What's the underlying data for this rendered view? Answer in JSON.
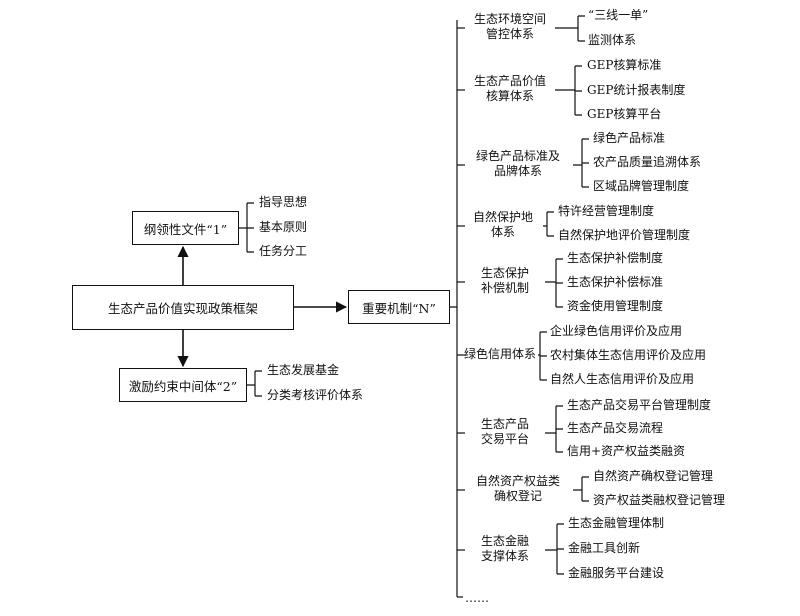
{
  "root": "生态产品价值实现政策框架",
  "branch_top": {
    "label": "纲领性文件“1”",
    "children": [
      "指导思想",
      "基本原则",
      "任务分工"
    ]
  },
  "branch_bottom": {
    "label": "激励约束中间体“2”",
    "children": [
      "生态发展基金",
      "分类考核评价体系"
    ]
  },
  "branch_right": {
    "label": "重要机制“N”"
  },
  "mechanisms": [
    {
      "lines": [
        "生态环境空间",
        "管控体系"
      ],
      "children": [
        "“三线一单”",
        "监测体系"
      ]
    },
    {
      "lines": [
        "生态产品价值",
        "核算体系"
      ],
      "children": [
        "GEP核算标准",
        "GEP统计报表制度",
        "GEP核算平台"
      ]
    },
    {
      "lines": [
        "绿色产品标准及",
        "品牌体系"
      ],
      "children": [
        "绿色产品标准",
        "农产品质量追溯体系",
        "区域品牌管理制度"
      ]
    },
    {
      "lines": [
        "自然保护地",
        "体系"
      ],
      "children": [
        "特许经营管理制度",
        "自然保护地评价管理制度"
      ]
    },
    {
      "lines": [
        "生态保护",
        "补偿机制"
      ],
      "children": [
        "生态保护补偿制度",
        "生态保护补偿标准",
        "资金使用管理制度"
      ]
    },
    {
      "lines": [
        "绿色信用体系"
      ],
      "children": [
        "企业绿色信用评价及应用",
        "农村集体生态信用评价及应用",
        "自然人生态信用评价及应用"
      ]
    },
    {
      "lines": [
        "生态产品",
        "交易平台"
      ],
      "children": [
        "生态产品交易平台管理制度",
        "生态产品交易流程",
        "信用+资产权益类融资"
      ]
    },
    {
      "lines": [
        "自然资产权益类",
        "确权登记"
      ],
      "children": [
        "自然资产确权登记管理",
        "资产权益类融权登记管理"
      ]
    },
    {
      "lines": [
        "生态金融",
        "支撑体系"
      ],
      "children": [
        "生态金融管理体制",
        "金融工具创新",
        "金融服务平台建设"
      ]
    }
  ],
  "ellipsis": "……"
}
